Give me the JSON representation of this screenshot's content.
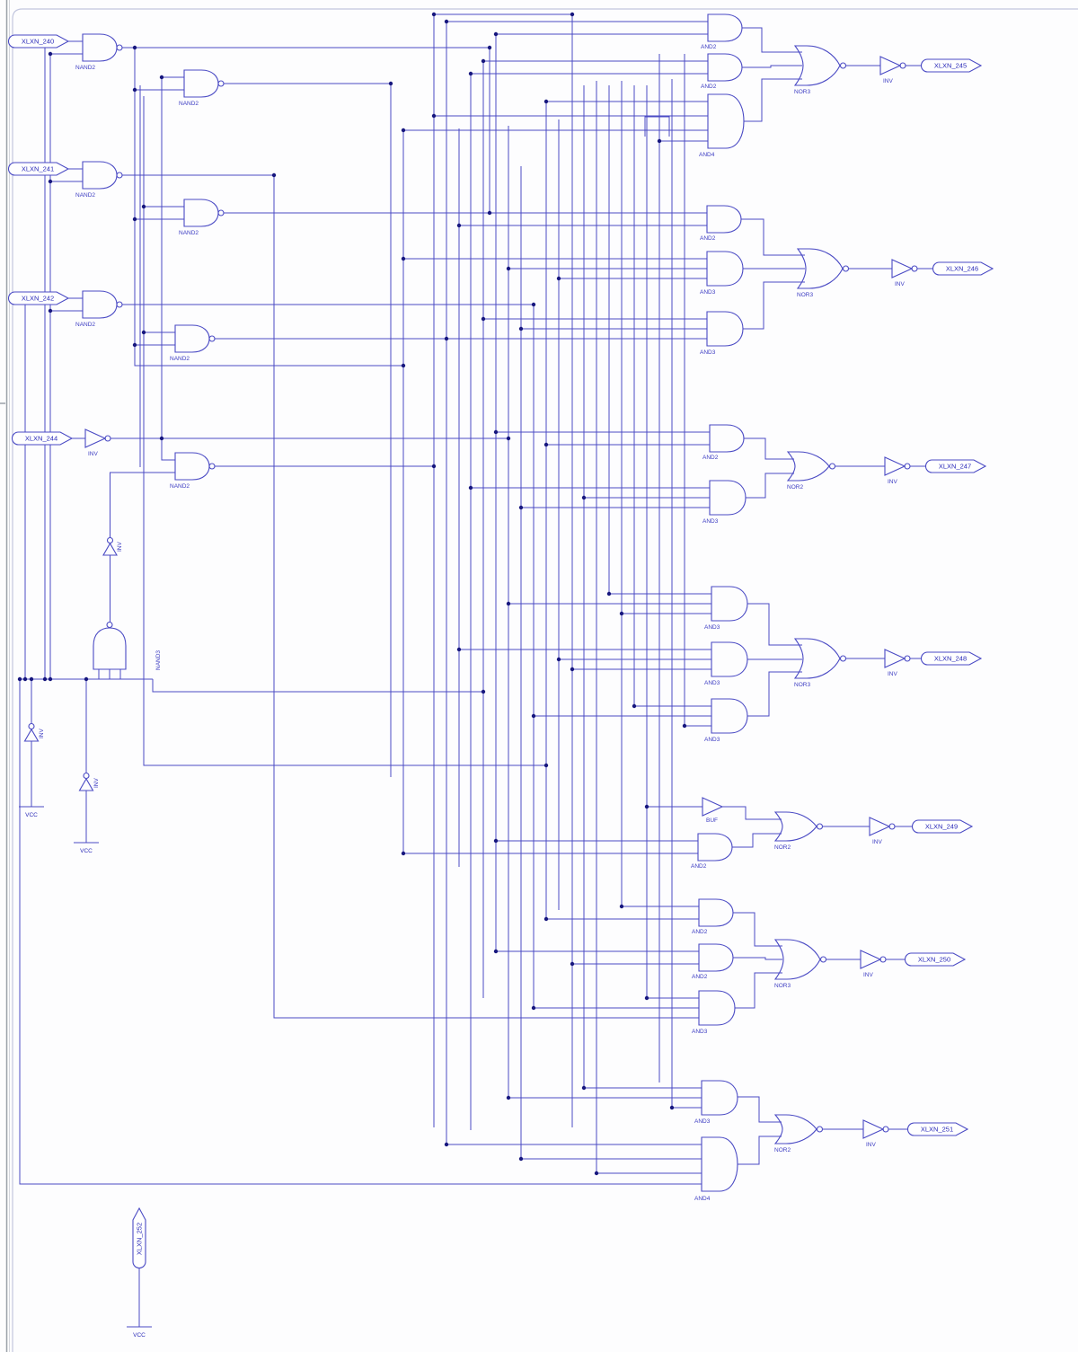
{
  "diagram": {
    "type": "logic-schematic",
    "colors": {
      "wire": "#4a4ac4",
      "junction": "#17177e",
      "label_text": "#2a2ab8",
      "sheet_border": "#c2c6de"
    },
    "inputs": [
      {
        "label": "XLXN_240"
      },
      {
        "label": "XLXN_241"
      },
      {
        "label": "XLXN_242"
      },
      {
        "label": "XLXN_244"
      }
    ],
    "outputs": [
      {
        "label": "XLXN_245"
      },
      {
        "label": "XLXN_246"
      },
      {
        "label": "XLXN_247"
      },
      {
        "label": "XLXN_248"
      },
      {
        "label": "XLXN_249"
      },
      {
        "label": "XLXN_250"
      },
      {
        "label": "XLXN_251"
      }
    ],
    "power_net": {
      "label": "XLXN_252"
    },
    "gate_labels": {
      "nand2": "NAND2",
      "nand3": "NAND3",
      "inv": "INV",
      "buf": "BUF",
      "and2": "AND2",
      "and3": "AND3",
      "and4": "AND4",
      "nor2": "NOR2",
      "nor3": "NOR3",
      "vcc": "VCC"
    }
  }
}
